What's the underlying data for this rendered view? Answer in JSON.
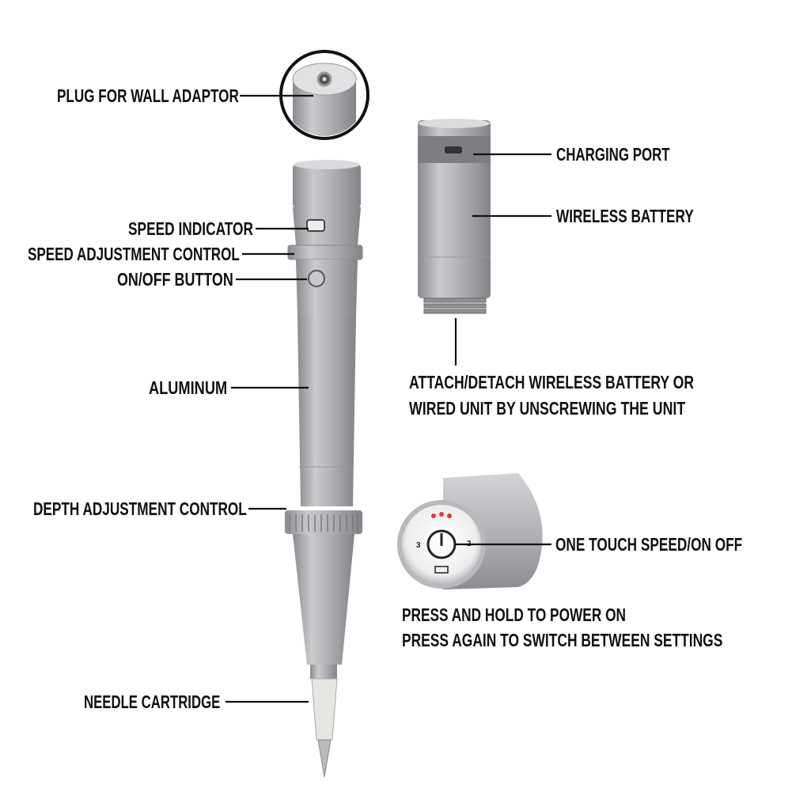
{
  "labels": {
    "plug": "PLUG FOR WALL ADAPTOR",
    "charging_port": "CHARGING PORT",
    "wireless_battery": "WIRELESS BATTERY",
    "speed_indicator": "SPEED INDICATOR",
    "speed_adjustment": "SPEED ADJUSTMENT CONTROL",
    "on_off": "ON/OFF BUTTON",
    "aluminum": "ALUMINUM",
    "attach_line1": "ATTACH/DETACH WIRELESS BATTERY OR",
    "attach_line2": "WIRED UNIT BY UNSCREWING THE UNIT",
    "depth_adjustment": "DEPTH ADJUSTMENT CONTROL",
    "one_touch": "ONE TOUCH SPEED/ON OFF",
    "press_line1": "PRESS AND HOLD TO POWER ON",
    "press_line2": "PRESS AGAIN TO SWITCH BETWEEN SETTINGS",
    "needle": "NEEDLE CARTRIDGE"
  },
  "touch_panel": {
    "left_digit": "3",
    "right_digit": "2"
  },
  "colors": {
    "metal": "#a9aaad",
    "metal_light": "#d6d7d9",
    "metal_dark": "#7d7e82",
    "led": "#e8323c",
    "text": "#111111"
  }
}
